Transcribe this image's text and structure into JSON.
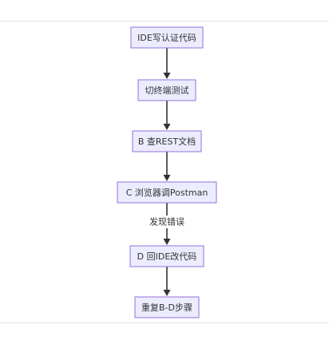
{
  "flowchart": {
    "nodes": [
      {
        "id": "ide_write",
        "label": "IDE写认证代码"
      },
      {
        "id": "terminal_test",
        "label": "切终端测试"
      },
      {
        "id": "check_rest_doc",
        "label": "B 查REST文档"
      },
      {
        "id": "browser_postman",
        "label": "C 浏览器调Postman"
      },
      {
        "id": "back_to_ide",
        "label": "D 回IDE改代码"
      },
      {
        "id": "repeat_bd",
        "label": "重复B-D步骤"
      }
    ],
    "edges": [
      {
        "from": "ide_write",
        "to": "terminal_test",
        "label": ""
      },
      {
        "from": "terminal_test",
        "to": "check_rest_doc",
        "label": ""
      },
      {
        "from": "check_rest_doc",
        "to": "browser_postman",
        "label": ""
      },
      {
        "from": "browser_postman",
        "to": "back_to_ide",
        "label": "发现错误"
      },
      {
        "from": "back_to_ide",
        "to": "repeat_bd",
        "label": ""
      }
    ],
    "colors": {
      "node_fill": "#ececff",
      "node_border": "#9370db",
      "edge": "#333333",
      "text": "#333333"
    }
  }
}
